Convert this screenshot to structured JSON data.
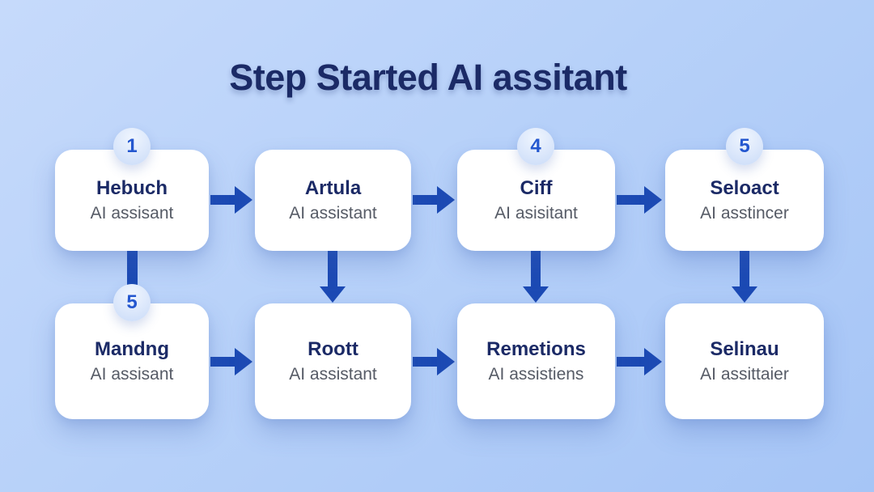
{
  "title": "Step Started AI assitant",
  "steps": {
    "r1c1": {
      "badge": "1",
      "title": "Hebuch",
      "subtitle": "AI assisant"
    },
    "r1c2": {
      "title": "Artula",
      "subtitle": "AI assistant"
    },
    "r1c3": {
      "badge": "4",
      "title": "Ciff",
      "subtitle": "AI asisitant"
    },
    "r1c4": {
      "badge": "5",
      "title": "Seloact",
      "subtitle": "AI asstincer"
    },
    "r2c1": {
      "badge": "5",
      "title": "Mandng",
      "subtitle": "AI assisant"
    },
    "r2c2": {
      "title": "Roott",
      "subtitle": "AI assistant"
    },
    "r2c3": {
      "title": "Remetions",
      "subtitle": "AI assistiens"
    },
    "r2c4": {
      "title": "Selinau",
      "subtitle": "AI assittaier"
    }
  },
  "colors": {
    "bg-top": "#c6dafb",
    "bg-bottom": "#a6c5f6",
    "arrow": "#1c4ab4",
    "badge-number": "#2457cf",
    "box-title": "#1b2a66",
    "box-subtitle": "#565b66",
    "title": "#1b2a66"
  }
}
